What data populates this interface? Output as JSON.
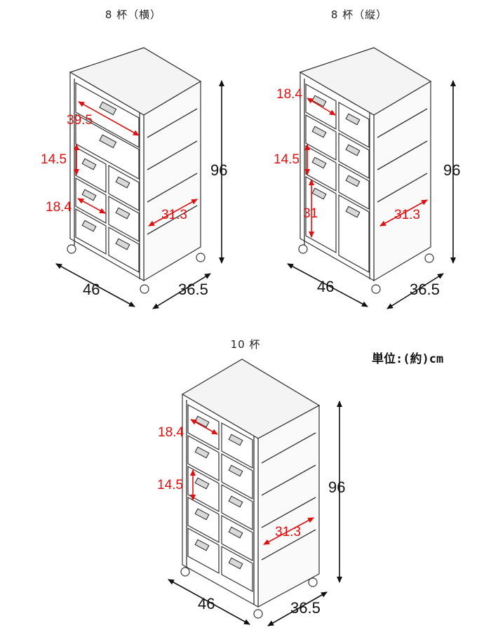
{
  "units_label": "単位:(約)cm",
  "colors": {
    "accent_red": "#e01010",
    "line": "#333333"
  },
  "figures": [
    {
      "id": "8h",
      "title": "8 杯（横）",
      "height": "96",
      "width": "46",
      "depth": "36.5",
      "drawer_width_wide": "39.5",
      "drawer_height": "14.5",
      "drawer_width_small": "18.4",
      "inner_depth": "31.3"
    },
    {
      "id": "8v",
      "title": "8 杯（縦）",
      "height": "96",
      "width": "46",
      "depth": "36.5",
      "drawer_width_small": "18.4",
      "drawer_height": "14.5",
      "tall_drawer_height": "31",
      "inner_depth": "31.3"
    },
    {
      "id": "10",
      "title": "10 杯",
      "height": "96",
      "width": "46",
      "depth": "36.5",
      "drawer_width_small": "18.4",
      "drawer_height": "14.5",
      "inner_depth": "31.3"
    }
  ]
}
